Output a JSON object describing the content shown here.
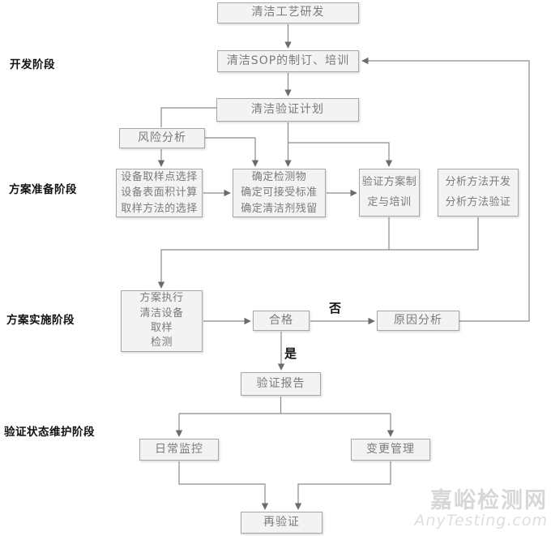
{
  "diagram": {
    "title_semantic": "cleaning-validation-flowchart",
    "stages": [
      {
        "label": "开发阶段"
      },
      {
        "label": "方案准备阶段"
      },
      {
        "label": "方案实施阶段"
      },
      {
        "label": "验证状态维护阶段"
      }
    ],
    "nodes": [
      {
        "id": "cleaning-process-rd",
        "label": "清洁工艺研发"
      },
      {
        "id": "sop-training",
        "label": "清洁SOP的制订、培训"
      },
      {
        "id": "validation-plan",
        "label": "清洁验证计划"
      },
      {
        "id": "risk-analysis",
        "label": "风险分析"
      },
      {
        "id": "sampling-selection",
        "label": "设备取样点选择\n设备表面积计算\n取样方法的选择"
      },
      {
        "id": "determine-criteria",
        "label": "确定检测物\n确定可接受标准\n确定清洁剂残留"
      },
      {
        "id": "protocol-training",
        "label": "验证方案制\n定与培训"
      },
      {
        "id": "analytical-method",
        "label": "分析方法开发\n分析方法验证"
      },
      {
        "id": "protocol-execution",
        "label": "方案执行\n清洁设备\n取样\n检测"
      },
      {
        "id": "pass-decision",
        "label": "合格"
      },
      {
        "id": "cause-analysis",
        "label": "原因分析"
      },
      {
        "id": "validation-report",
        "label": "验证报告"
      },
      {
        "id": "routine-monitoring",
        "label": "日常监控"
      },
      {
        "id": "change-management",
        "label": "变更管理"
      },
      {
        "id": "revalidation",
        "label": "再验证"
      }
    ],
    "decision_labels": {
      "no": "否",
      "yes": "是"
    },
    "watermark": {
      "line1": "嘉峪检测网",
      "line2": "AnyTesting.com"
    }
  },
  "colors": {
    "node_fill": "#f3f3f3",
    "node_border": "#a8a8a8",
    "node_text": "#7b7b7b",
    "connector": "#8a8a8a",
    "arrowhead": "#6b6b6b",
    "stage_text": "#111111",
    "watermark": "#d7d7d7"
  }
}
